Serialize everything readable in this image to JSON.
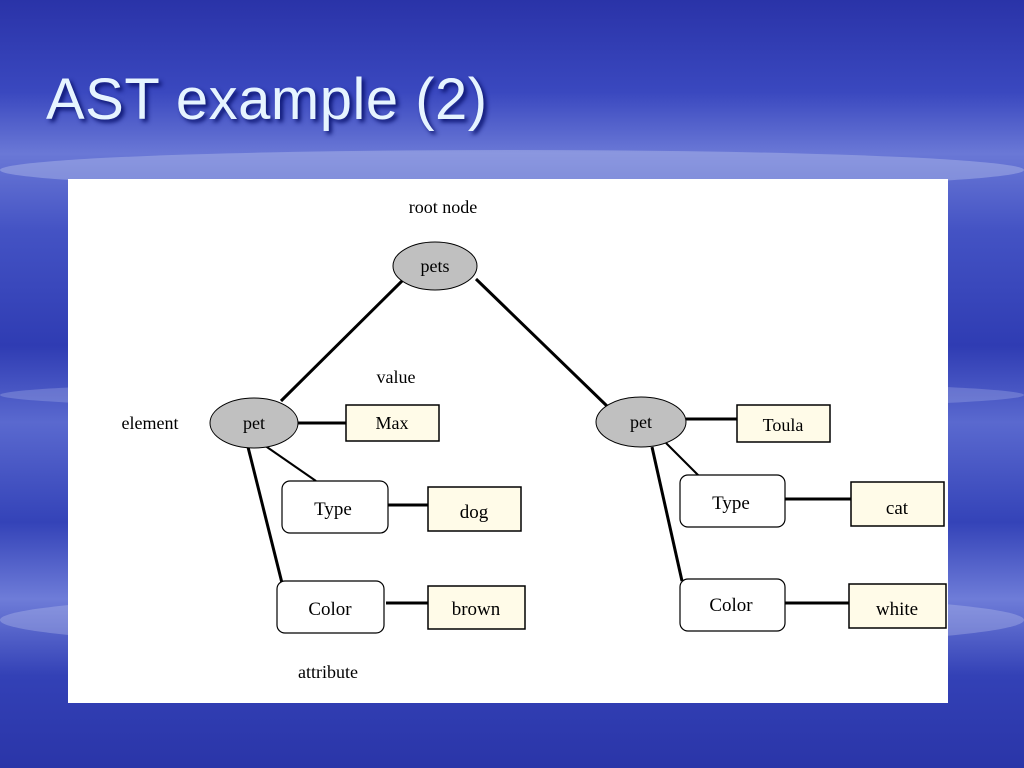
{
  "slide": {
    "title": "AST example (2)"
  },
  "diagram": {
    "labels": {
      "root": "root node",
      "value": "value",
      "element": "element",
      "attribute": "attribute"
    },
    "root": {
      "label": "pets"
    },
    "left": {
      "label": "pet",
      "value": "Max",
      "type_key": "Type",
      "type_val": "dog",
      "color_key": "Color",
      "color_val": "brown"
    },
    "right": {
      "label": "pet",
      "value": "Toula",
      "type_key": "Type",
      "type_val": "cat",
      "color_key": "Color",
      "color_val": "white"
    },
    "colors": {
      "node_fill": "#c0c0c0",
      "value_fill": "#fffbe8",
      "attr_fill": "#ffffff"
    }
  }
}
